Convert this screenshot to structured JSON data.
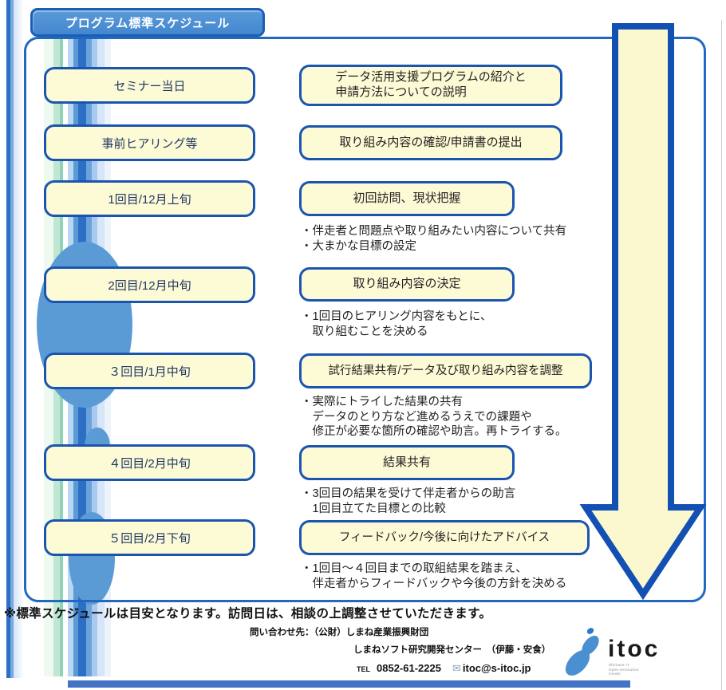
{
  "title": "プログラム標準スケジュール",
  "rows": [
    {
      "step": "セミナー当日",
      "detail": "データ活用支援プログラムの紹介と\n申請方法についての説明",
      "notes": []
    },
    {
      "step": "事前ヒアリング等",
      "detail": "取り組み内容の確認/申請書の提出",
      "notes": []
    },
    {
      "step": "1回目/12月上旬",
      "detail": "初回訪問、現状把握",
      "notes": [
        "・伴走者と問題点や取り組みたい内容について共有",
        "・大まかな目標の設定"
      ]
    },
    {
      "step": "2回目/12月中旬",
      "detail": "取り組み内容の決定",
      "notes": [
        "・1回目のヒアリング内容をもとに、",
        "　取り組むことを決める"
      ]
    },
    {
      "step": "３回目/1月中旬",
      "detail": "試行結果共有/データ及び取り組み内容を調整",
      "notes": [
        "・実際にトライした結果の共有",
        "　データのとり方など進めるうえでの課題や",
        "　修正が必要な箇所の確認や助言。再トライする。"
      ]
    },
    {
      "step": "４回目/2月中旬",
      "detail": "結果共有",
      "notes": [
        "・3回目の結果を受けて伴走者からの助言",
        "　1回目立てた目標との比較"
      ]
    },
    {
      "step": "５回目/2月下旬",
      "detail": "フィードバック/今後に向けたアドバイス",
      "notes": [
        "・1回目～４回目までの取組結果を踏まえ、",
        "　伴走者からフィードバックや今後の方針を決める"
      ]
    }
  ],
  "footnote": "※標準スケジュールは目安となります。訪問日は、相談の上調整させていただきます。",
  "contact": {
    "line1": "問い合わせ先：（公財）しまね産業振興財団",
    "line2": "しまねソフト研究開発センター　（伊藤・安食）",
    "tel_label": "TEL",
    "tel_number": "0852-61-2225",
    "email": "itoc@s-itoc.jp",
    "email_icon_glyph": "✉"
  },
  "logo": {
    "name": "itoc",
    "sub_line1": "Shimane IT",
    "sub_line2": "Open-Innovation",
    "sub_line3": "Center"
  },
  "colors": {
    "box_fill": "#fdfad6",
    "box_border": "#1a55b0",
    "title_fill": "#4a90d5",
    "title_border": "#1a5fb5",
    "frame_border": "#2268c0",
    "arrow_fill": "#fbf8d0",
    "arrow_border": "#1350b4",
    "ellipse_blue": "#5b9bd5",
    "dark_stripe": "#2e6fc6",
    "bottom_bar": "#4472c4",
    "logo_blue": "#4a90d0"
  }
}
